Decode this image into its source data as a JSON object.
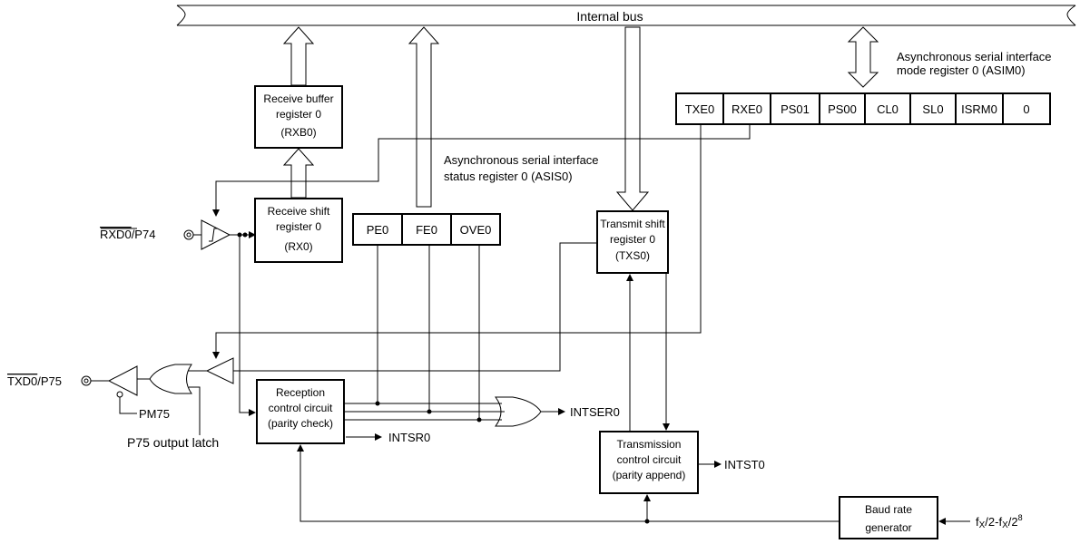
{
  "bus": {
    "label": "Internal bus"
  },
  "asim0": {
    "title_line1": "Asynchronous serial interface",
    "title_line2": "mode register 0 (ASIM0)",
    "bits": [
      "TXE0",
      "RXE0",
      "PS01",
      "PS00",
      "CL0",
      "SL0",
      "ISRM0",
      "0"
    ]
  },
  "asis0": {
    "title_line1": "Asynchronous serial interface",
    "title_line2": "status register 0 (ASIS0)",
    "bits": [
      "PE0",
      "FE0",
      "OVE0"
    ]
  },
  "rxb0": {
    "line1": "Receive buffer",
    "line2": "register 0",
    "line3": "(RXB0)"
  },
  "rx0": {
    "line1": "Receive shift",
    "line2": "register 0",
    "line3": "(RX0)"
  },
  "txs0": {
    "line1": "Transmit shift",
    "line2": "register 0",
    "line3": "(TXS0)"
  },
  "reception": {
    "line1": "Reception",
    "line2": "control circuit",
    "line3": "(parity check)"
  },
  "transmission": {
    "line1": "Transmission",
    "line2": "control circuit",
    "line3": "(parity append)"
  },
  "baud": {
    "line1": "Baud rate",
    "line2": "generator"
  },
  "pins": {
    "rxd_name": "RXD0",
    "rxd_port": "/P74",
    "txd_name": "TXD0",
    "txd_port": "/P75"
  },
  "signals": {
    "intser": "INTSER0",
    "intsr": "INTSR0",
    "intst": "INTST0",
    "pm75": "PM75",
    "p75_latch": "P75 output latch",
    "clock_main": "f",
    "clock_sub1": "X",
    "clock_mid": "/2-f",
    "clock_sub2": "X",
    "clock_tail": "/2",
    "clock_exp": "8"
  }
}
